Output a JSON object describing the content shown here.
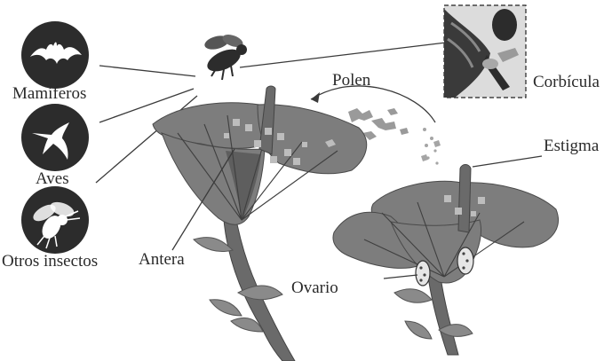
{
  "labels": {
    "mamiferos": "Mamíferos",
    "aves": "Aves",
    "otros_insectos": "Otros insectos",
    "polen": "Polen",
    "corbicula": "Corbícula",
    "estigma": "Estigma",
    "antera": "Antera",
    "ovario": "Ovario"
  },
  "icons": {
    "mamiferos": "bat-icon",
    "aves": "hummingbird-icon",
    "otros_insectos": "fly-icon",
    "pollinator": "bee-icon"
  },
  "colors": {
    "icon_circle": "#2c2c2c",
    "petal": "#7d7d7d",
    "pollen": "#bdbdbd",
    "text": "#2a2a2a"
  }
}
